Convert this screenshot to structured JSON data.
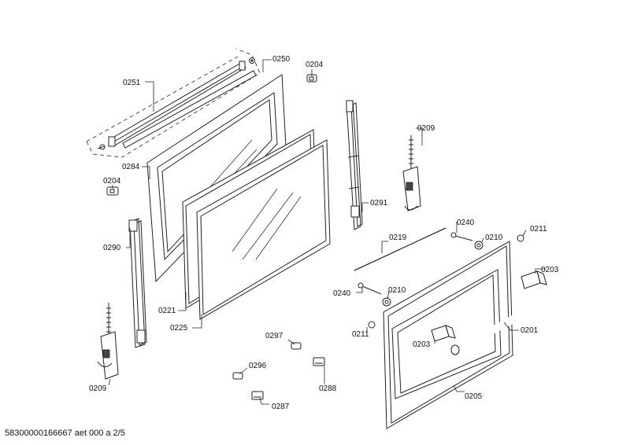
{
  "labels": {
    "p0250": "0250",
    "p0251": "0251",
    "p0204_top": "0204",
    "p0204_left": "0204",
    "p0284": "0284",
    "p0209_right": "0209",
    "p0209_left": "0209",
    "p0290": "0290",
    "p0291": "0291",
    "p0221": "0221",
    "p0225": "0225",
    "p0219": "0219",
    "p0240_top": "0240",
    "p0240_left": "0240",
    "p0210_top": "0210",
    "p0210_left": "0210",
    "p0211_top": "0211",
    "p0211_left": "0211",
    "p0203_right": "0203",
    "p0203_left": "0203",
    "p0201": "0201",
    "p0205": "0205",
    "p0297": "0297",
    "p0296": "0296",
    "p0288": "0288",
    "p0287": "0287"
  },
  "footer": {
    "text": "58300000166667 aet 000 a 2/5"
  }
}
